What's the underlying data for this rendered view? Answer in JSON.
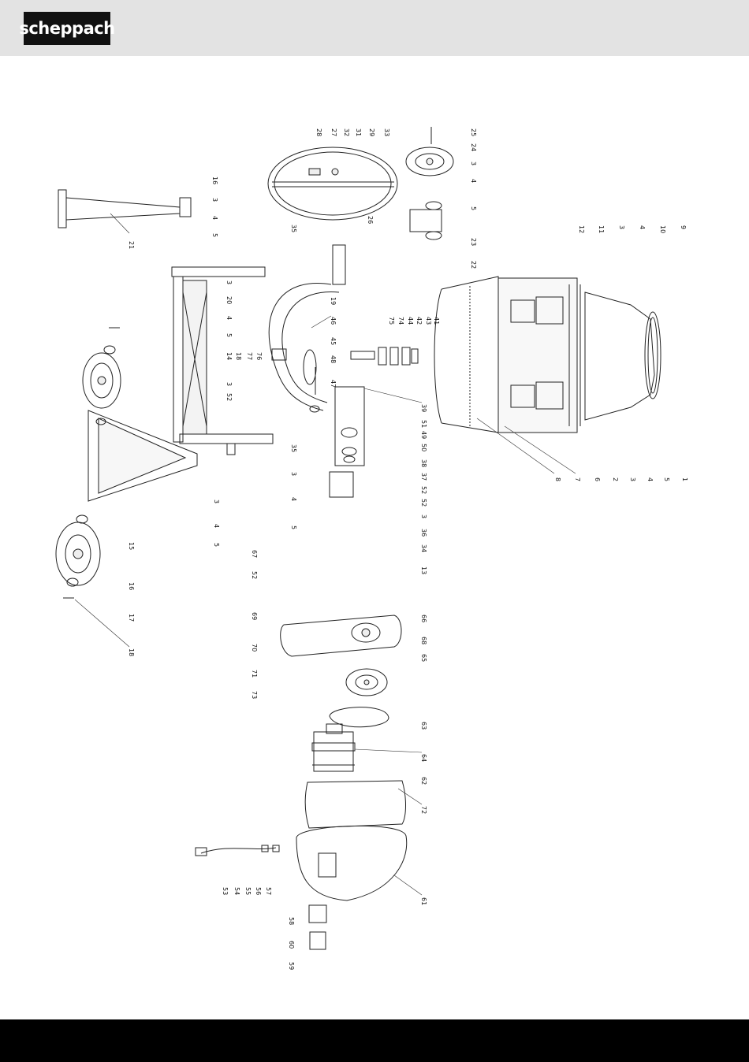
{
  "header": {
    "brand": "scheppach"
  },
  "diagram": {
    "callouts": [
      {
        "label": "28"
      },
      {
        "label": "27"
      },
      {
        "label": "32"
      },
      {
        "label": "31"
      },
      {
        "label": "29"
      },
      {
        "label": "33"
      },
      {
        "label": "25"
      },
      {
        "label": "24"
      },
      {
        "label": "3"
      },
      {
        "label": "4"
      },
      {
        "label": "5"
      },
      {
        "label": "16"
      },
      {
        "label": "3"
      },
      {
        "label": "4"
      },
      {
        "label": "5"
      },
      {
        "label": "21"
      },
      {
        "label": "35"
      },
      {
        "label": "26"
      },
      {
        "label": "23"
      },
      {
        "label": "22"
      },
      {
        "label": "12"
      },
      {
        "label": "11"
      },
      {
        "label": "3"
      },
      {
        "label": "4"
      },
      {
        "label": "10"
      },
      {
        "label": "9"
      },
      {
        "label": "3"
      },
      {
        "label": "20"
      },
      {
        "label": "4"
      },
      {
        "label": "5"
      },
      {
        "label": "19"
      },
      {
        "label": "75"
      },
      {
        "label": "74"
      },
      {
        "label": "44"
      },
      {
        "label": "42"
      },
      {
        "label": "43"
      },
      {
        "label": "41"
      },
      {
        "label": "46"
      },
      {
        "label": "45"
      },
      {
        "label": "48"
      },
      {
        "label": "47"
      },
      {
        "label": "14"
      },
      {
        "label": "18"
      },
      {
        "label": "77"
      },
      {
        "label": "76"
      },
      {
        "label": "3"
      },
      {
        "label": "52"
      },
      {
        "label": "35"
      },
      {
        "label": "39"
      },
      {
        "label": "51"
      },
      {
        "label": "49"
      },
      {
        "label": "50"
      },
      {
        "label": "38"
      },
      {
        "label": "37"
      },
      {
        "label": "52"
      },
      {
        "label": "3"
      },
      {
        "label": "4"
      },
      {
        "label": "5"
      },
      {
        "label": "8"
      },
      {
        "label": "7"
      },
      {
        "label": "6"
      },
      {
        "label": "2"
      },
      {
        "label": "3"
      },
      {
        "label": "4"
      },
      {
        "label": "5"
      },
      {
        "label": "1"
      },
      {
        "label": "3"
      },
      {
        "label": "4"
      },
      {
        "label": "5"
      },
      {
        "label": "15"
      },
      {
        "label": "52"
      },
      {
        "label": "3"
      },
      {
        "label": "36"
      },
      {
        "label": "34"
      },
      {
        "label": "13"
      },
      {
        "label": "16"
      },
      {
        "label": "17"
      },
      {
        "label": "18"
      },
      {
        "label": "67"
      },
      {
        "label": "52"
      },
      {
        "label": "69"
      },
      {
        "label": "66"
      },
      {
        "label": "68"
      },
      {
        "label": "65"
      },
      {
        "label": "70"
      },
      {
        "label": "71"
      },
      {
        "label": "73"
      },
      {
        "label": "63"
      },
      {
        "label": "64"
      },
      {
        "label": "62"
      },
      {
        "label": "72"
      },
      {
        "label": "61"
      },
      {
        "label": "53"
      },
      {
        "label": "54"
      },
      {
        "label": "55"
      },
      {
        "label": "56"
      },
      {
        "label": "57"
      },
      {
        "label": "58"
      },
      {
        "label": "60"
      },
      {
        "label": "59"
      }
    ]
  }
}
